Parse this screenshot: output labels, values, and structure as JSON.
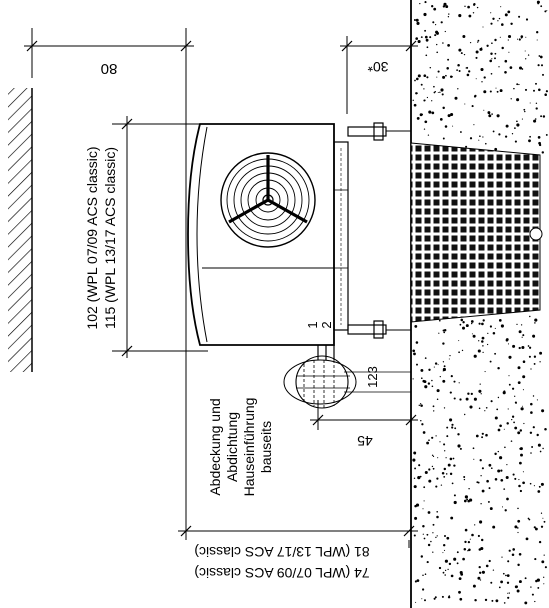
{
  "dimensions": {
    "top_width": "80",
    "top_clearance": "30*",
    "wall_offset": "45",
    "height_07_09": "102 (WPL 07/09 ACS classic)",
    "height_13_17": "115 (WPL 13/17 ACS classic)",
    "bottom_13_17": "81 (WPL 13/17 ACS classic)",
    "bottom_07_09": "74 (WPL 07/09 ACS classic)"
  },
  "note": {
    "line1": "Abdeckung und",
    "line2": "Abdichtung",
    "line3": "Hauseinführung",
    "line4": "bauseits"
  },
  "callouts": {
    "c1": "1",
    "c2": "2",
    "c123": "123"
  }
}
